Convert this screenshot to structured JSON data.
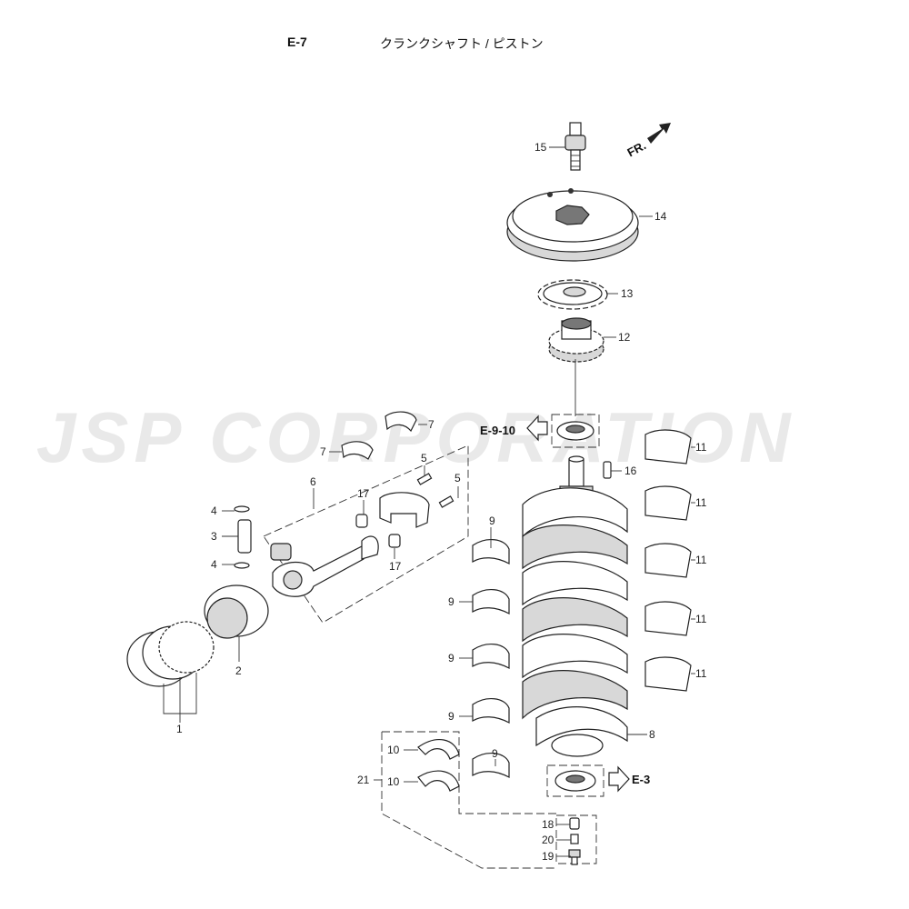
{
  "header": {
    "section": "E-7",
    "title": "クランクシャフト / ピストン"
  },
  "watermark": "JSP CORPORATION",
  "references": {
    "top": "E-9-10",
    "bottom": "E-3"
  },
  "front_marker": "FR.",
  "callouts": {
    "c1": "1",
    "c2": "2",
    "c3": "3",
    "c4a": "4",
    "c4b": "4",
    "c5a": "5",
    "c5b": "5",
    "c6": "6",
    "c7a": "7",
    "c7b": "7",
    "c8": "8",
    "c9a": "9",
    "c9b": "9",
    "c9c": "9",
    "c9d": "9",
    "c9e": "9",
    "c10a": "10",
    "c10b": "10",
    "c11a": "11",
    "c11b": "11",
    "c11c": "11",
    "c11d": "11",
    "c11e": "11",
    "c12": "12",
    "c13": "13",
    "c14": "14",
    "c15": "15",
    "c16": "16",
    "c17a": "17",
    "c17b": "17",
    "c18": "18",
    "c19": "19",
    "c20": "20",
    "c21": "21"
  },
  "colors": {
    "line": "#333333",
    "watermark": "#e9e9e9",
    "shade": "#d8d8d8"
  }
}
